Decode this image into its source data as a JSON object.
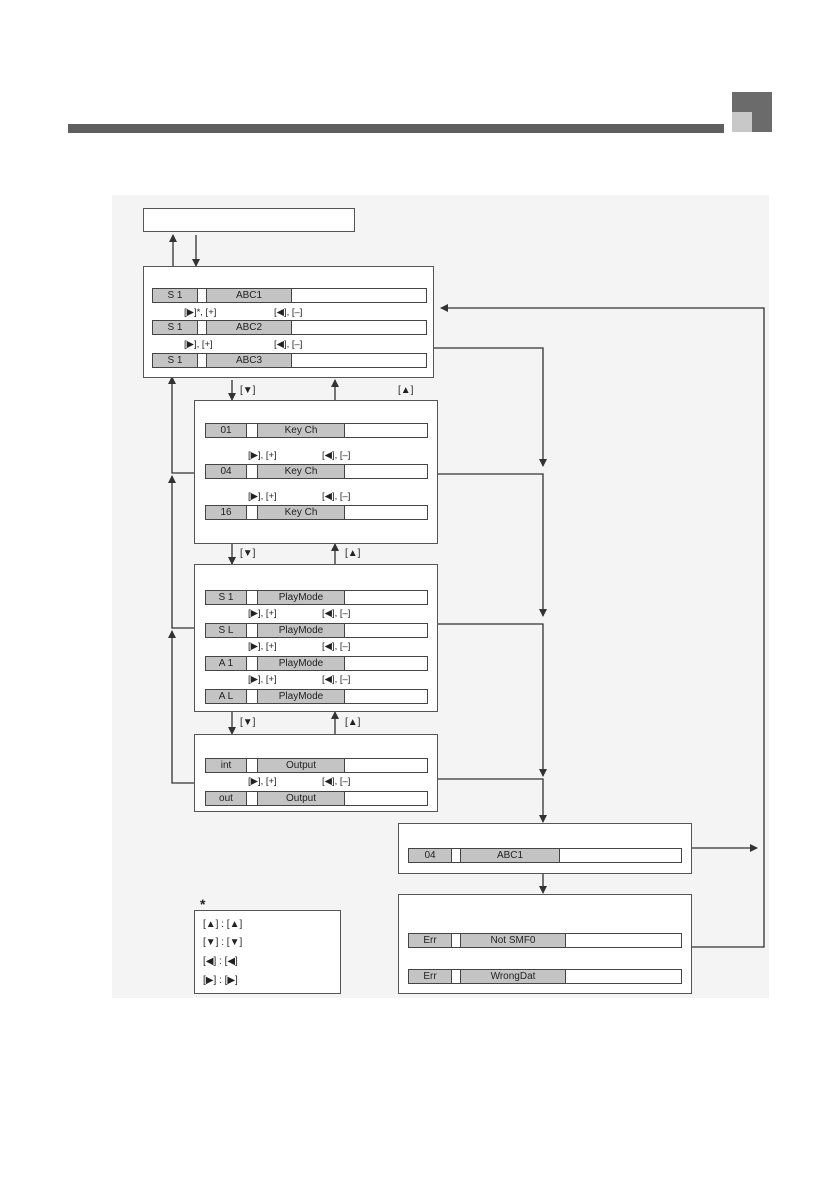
{
  "colors": {
    "lcd_fill": "#c4c4c4",
    "line": "#333333",
    "header_bar": "#5f5f5f"
  },
  "song_box": {
    "rows": [
      {
        "c1": "S 1",
        "c3": "ABC1"
      },
      {
        "c1": "S 1",
        "c3": "ABC2"
      },
      {
        "c1": "S 1",
        "c3": "ABC3"
      }
    ],
    "nav1": "[▶]*, [+]",
    "nav2": "[◀], [–]",
    "nav3": "[▶], [+]",
    "nav4": "[◀], [–]"
  },
  "channel_box": {
    "rows": [
      {
        "c1": "01",
        "c3": "Key  Ch"
      },
      {
        "c1": "04",
        "c3": "Key  Ch"
      },
      {
        "c1": "16",
        "c3": "Key  Ch"
      }
    ],
    "nav1": "[▶], [+]",
    "nav2": "[◀], [–]",
    "nav3": "[▶], [+]",
    "nav4": "[◀], [–]"
  },
  "playmode_box": {
    "rows": [
      {
        "c1": "S 1",
        "c3": "PlayMode"
      },
      {
        "c1": "S L",
        "c3": "PlayMode"
      },
      {
        "c1": "A 1",
        "c3": "PlayMode"
      },
      {
        "c1": "A L",
        "c3": "PlayMode"
      }
    ],
    "nav": [
      "[▶], [+]",
      "[◀], [–]",
      "[▶], [+]",
      "[◀], [–]",
      "[▶], [+]",
      "[◀], [–]"
    ]
  },
  "output_box": {
    "rows": [
      {
        "c1": "int",
        "c3": "Output"
      },
      {
        "c1": "out",
        "c3": "Output"
      }
    ],
    "nav1": "[▶], [+]",
    "nav2": "[◀], [–]"
  },
  "transitions": {
    "down_label_1": "[▼]",
    "up_label_1": "[▲]",
    "down_label_2": "[▼]",
    "up_label_2": "[▲]",
    "down_label_3": "[▼]",
    "up_label_3": "[▲]"
  },
  "play_box": {
    "row": {
      "c1": "04",
      "c3": "ABC1"
    }
  },
  "error_box": {
    "rows": [
      {
        "c1": "Err",
        "c3": "Not  SMF0"
      },
      {
        "c1": "Err",
        "c3": "WrongDat"
      }
    ]
  },
  "legend": {
    "asterisk": "*",
    "rows": [
      "[▲]  :  [▲]",
      "[▼]  :  [▼]",
      "[◀]  :  [◀]",
      "[▶]  :  [▶]"
    ]
  }
}
